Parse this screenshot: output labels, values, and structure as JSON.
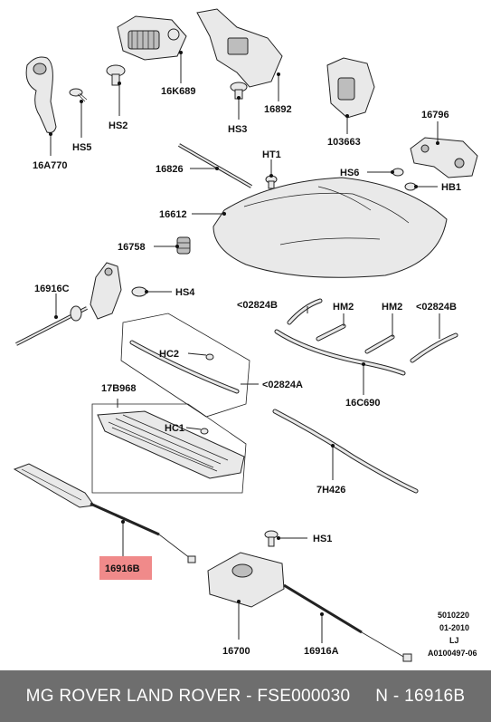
{
  "diagram": {
    "callouts": {
      "c16A770": "16A770",
      "cHS5": "HS5",
      "cHS2": "HS2",
      "c16K689": "16K689",
      "cHS3": "HS3",
      "c16892": "16892",
      "c103663": "103663",
      "c16796": "16796",
      "cHS6": "HS6",
      "cHB1": "HB1",
      "cHT1": "HT1",
      "c16826": "16826",
      "c16612": "16612",
      "c16758": "16758",
      "c16916C": "16916C",
      "cHS4": "HS4",
      "c02824B_left": "<02824B",
      "cHM2_left": "HM2",
      "cHM2_right": "HM2",
      "c02824B_right": "<02824B",
      "cHC2": "HC2",
      "c02824A": "<02824A",
      "c16C690": "16C690",
      "c17B968": "17B968",
      "cHC1": "HC1",
      "c7H426": "7H426",
      "cHS1": "HS1",
      "c16916B": "16916B",
      "c16700": "16700",
      "c16916A": "16916A"
    },
    "highlighted_part": "16916B",
    "highlight_color": "#f08a8a",
    "reference": [
      "5010220",
      "01-2010",
      "LJ",
      "A0100497-06"
    ]
  },
  "footer": {
    "brand": "MG ROVER LAND ROVER - FSE000030",
    "part": "N - 16916B"
  }
}
